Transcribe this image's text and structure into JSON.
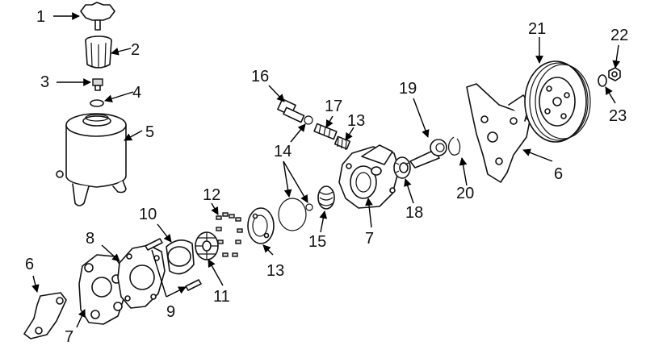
{
  "labels": {
    "l1": "1",
    "l2": "2",
    "l3": "3",
    "l4": "4",
    "l5": "5",
    "l6a": "6",
    "l7a": "7",
    "l8": "8",
    "l9": "9",
    "l10": "10",
    "l11": "11",
    "l12": "12",
    "l13a": "13",
    "l14": "14",
    "l15": "15",
    "l16": "16",
    "l17": "17",
    "l13b": "13",
    "l7b": "7",
    "l18": "18",
    "l19": "19",
    "l20": "20",
    "l6b": "6",
    "l21": "21",
    "l22": "22",
    "l23": "23"
  },
  "colors": {
    "ink": "#111111",
    "paper": "#ffffff"
  }
}
